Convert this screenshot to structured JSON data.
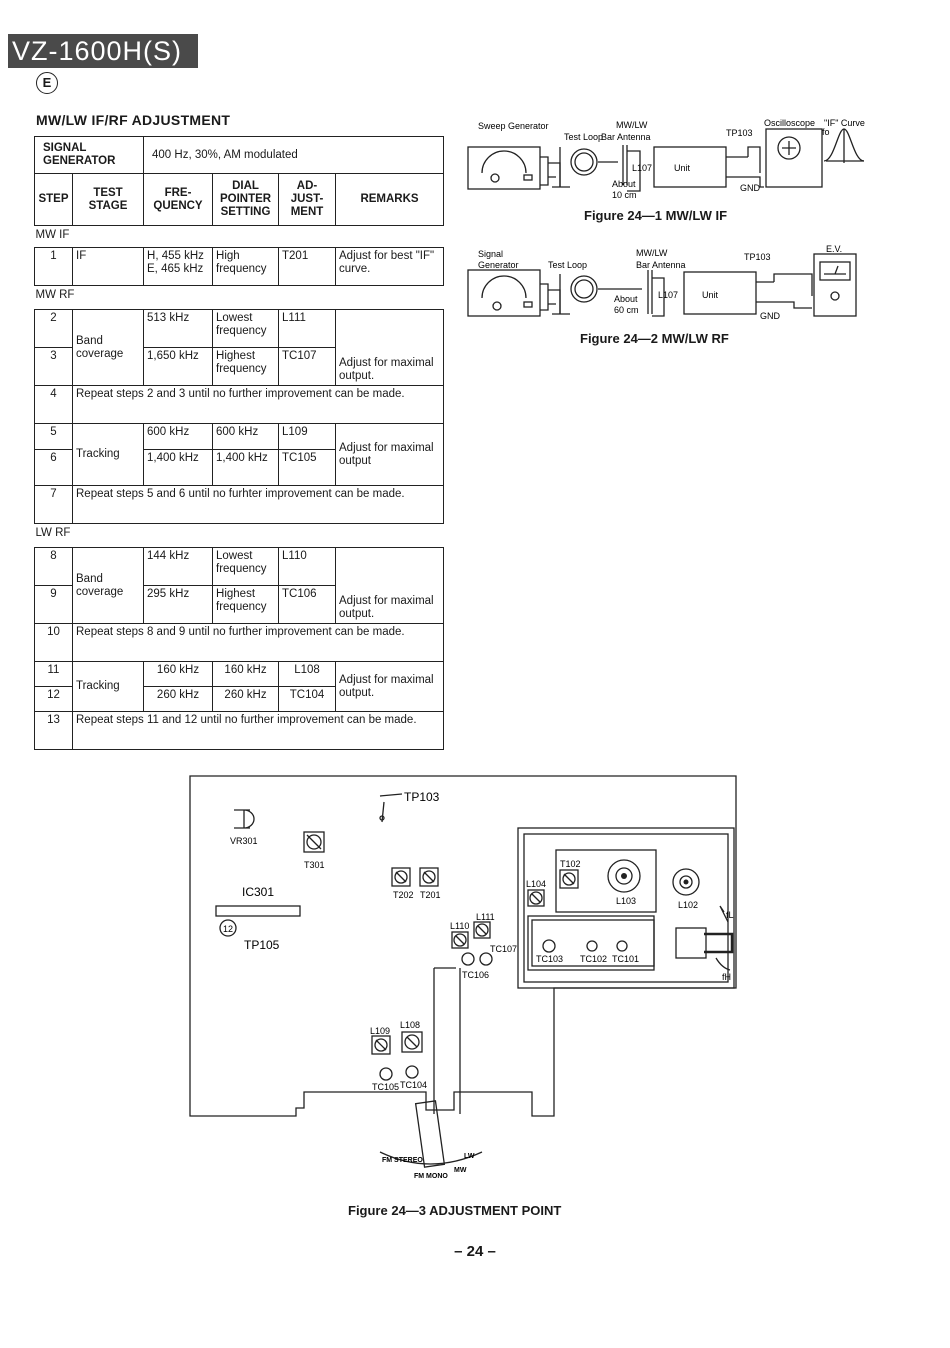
{
  "header": {
    "model": "VZ-1600H(S)",
    "lang_mark": "E"
  },
  "table": {
    "title": "MW/LW IF/RF ADJUSTMENT",
    "signal_generator_label": "SIGNAL GENERATOR",
    "signal_generator_value": "400 Hz, 30%, AM modulated",
    "headers": {
      "step": "STEP",
      "test_stage": "TEST STAGE",
      "frequency": "FRE- QUENCY",
      "dial": "DIAL POINTER SETTING",
      "adjustment": "AD- JUST- MENT",
      "remarks": "REMARKS"
    },
    "sections": {
      "mw_if": "MW IF",
      "mw_rf": "MW RF",
      "lw_rf": "LW RF"
    },
    "rows": {
      "r1": {
        "step": "1",
        "stage": "IF",
        "freq": "H, 455 kHz E, 465 kHz",
        "dial": "High frequency",
        "adj": "T201",
        "remarks": "Adjust for best \"IF\" curve."
      },
      "r2": {
        "step": "2",
        "freq": "513 kHz",
        "dial": "Lowest frequency",
        "adj": "L111"
      },
      "r3": {
        "step": "3",
        "freq": "1,650 kHz",
        "dial": "Highest frequency",
        "adj": "TC107"
      },
      "band1": {
        "stage": "Band coverage",
        "remarks": "Adjust for maximal output."
      },
      "r4": {
        "step": "4",
        "text": "Repeat steps 2 and 3 until no further improvement can be made."
      },
      "r5": {
        "step": "5",
        "freq": "600 kHz",
        "dial": "600 kHz",
        "adj": "L109"
      },
      "r6": {
        "step": "6",
        "freq": "1,400 kHz",
        "dial": "1,400 kHz",
        "adj": "TC105"
      },
      "track1": {
        "stage": "Tracking",
        "remarks": "Adjust for maximal output"
      },
      "r7": {
        "step": "7",
        "text": "Repeat steps 5 and 6 until no furhter improvement can be made."
      },
      "r8": {
        "step": "8",
        "freq": "144 kHz",
        "dial": "Lowest frequency",
        "adj": "L110"
      },
      "r9": {
        "step": "9",
        "freq": "295 kHz",
        "dial": "Highest frequency",
        "adj": "TC106"
      },
      "band2": {
        "stage": "Band coverage",
        "remarks": "Adjust for maximal output."
      },
      "r10": {
        "step": "10",
        "text": "Repeat steps 8 and 9 until no further improvement can be made."
      },
      "r11": {
        "step": "11",
        "freq": "160 kHz",
        "dial": "160 kHz",
        "adj": "L108"
      },
      "r12": {
        "step": "12",
        "freq": "260 kHz",
        "dial": "260 kHz",
        "adj": "TC104"
      },
      "track2": {
        "stage": "Tracking",
        "remarks": "Adjust for maximal output."
      },
      "r13": {
        "step": "13",
        "text": "Repeat steps 11 and 12 until no further improvement can be made."
      }
    }
  },
  "fig1": {
    "caption": "Figure 24—1 MW/LW IF",
    "sweep": "Sweep Generator",
    "test_loop": "Test Loop",
    "mwlw": "MW/LW",
    "bar_antenna": "Bar Antenna",
    "tp103": "TP103",
    "osc": "Oscilloscope",
    "if_curve": "\"IF\" Curve",
    "fo": "fo",
    "l107": "L107",
    "unit": "Unit",
    "about": "About",
    "dist": "10 cm",
    "gnd": "GND"
  },
  "fig2": {
    "caption": "Figure 24—2 MW/LW RF",
    "signal": "Signal",
    "generator": "Generator",
    "test_loop": "Test Loop",
    "mwlw": "MW/LW",
    "bar_antenna": "Bar Antenna",
    "tp103": "TP103",
    "ev": "E.V.",
    "l107": "L107",
    "unit": "Unit",
    "about": "About",
    "dist": "60 cm",
    "gnd": "GND"
  },
  "fig3": {
    "caption": "Figure 24—3 ADJUSTMENT POINT",
    "tp103": "TP103",
    "vr301": "VR301",
    "t301": "T301",
    "ic301": "IC301",
    "marker12": "12",
    "tp105": "TP105",
    "t202": "T202",
    "t201": "T201",
    "l110": "L110",
    "l111": "L111",
    "tc107": "TC107",
    "tc106": "TC106",
    "l109": "L109",
    "l108": "L108",
    "tc105": "TC105",
    "tc104": "TC104",
    "l104": "L104",
    "t102": "T102",
    "l103": "L103",
    "l102": "L102",
    "tc103": "TC103",
    "tc102": "TC102",
    "tc101": "TC101",
    "fl": "fL",
    "fh": "fH",
    "fm_stereo": "FM STEREO",
    "fm_mono": "FM MONO",
    "mw": "MW",
    "lw": "LW"
  },
  "page_number": "– 24 –"
}
